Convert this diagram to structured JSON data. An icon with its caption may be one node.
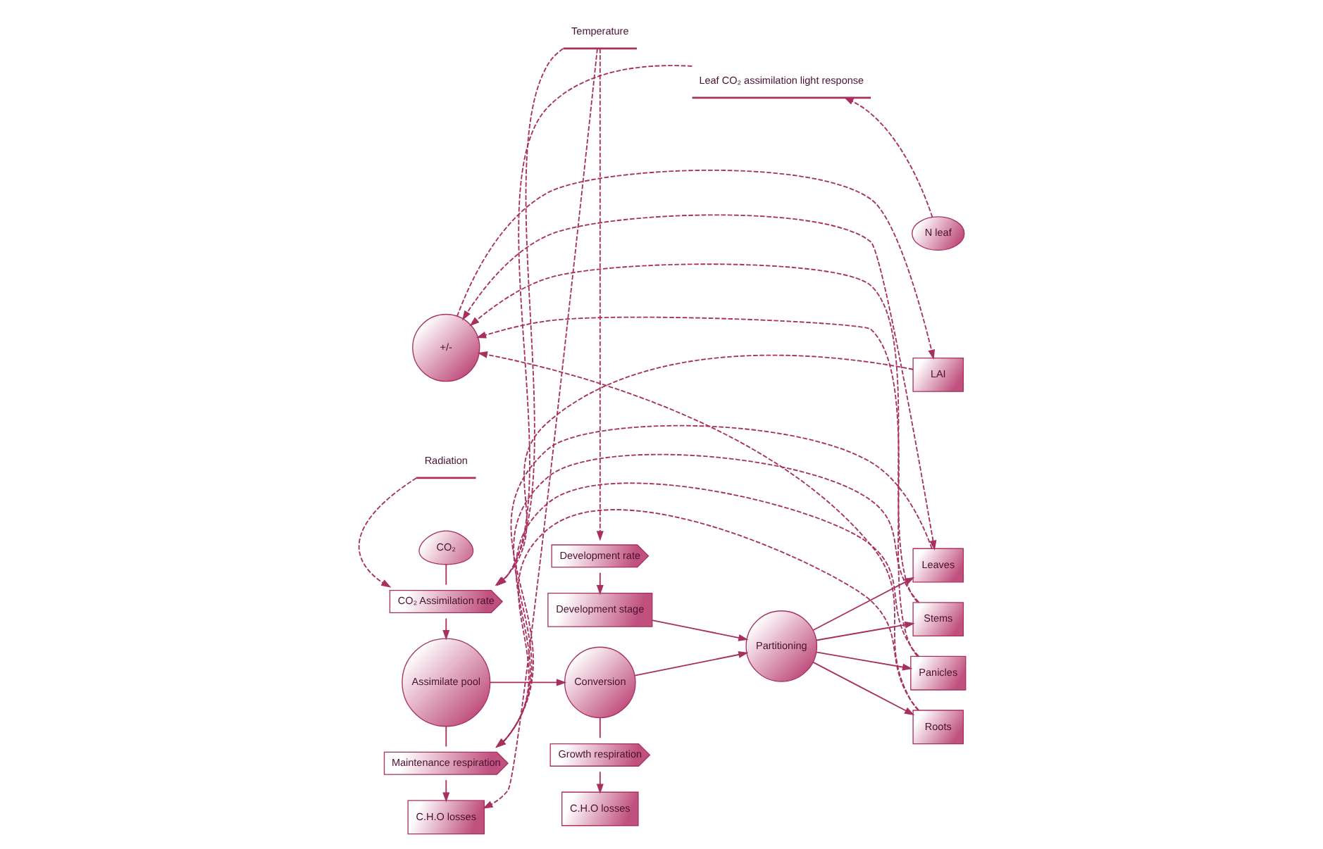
{
  "diagram": {
    "nodes": [
      {
        "text": [
          "Temperature"
        ]
      },
      {
        "text": [
          "Radiation"
        ]
      },
      {
        "text": [
          "Leaf CO₂ assimilation light response"
        ]
      },
      {
        "text": [
          "N leaf"
        ]
      },
      {
        "text": [
          "CO₂"
        ]
      },
      {
        "text": [
          "LAI"
        ]
      },
      {
        "text": [
          "Development rate"
        ]
      },
      {
        "text": [
          "CO₂ Assimilation rate"
        ]
      },
      {
        "text": [
          "+/-"
        ]
      },
      {
        "text": [
          "Development stage"
        ]
      },
      {
        "text": [
          "Leaves"
        ]
      },
      {
        "text": [
          "Assimilate pool"
        ]
      },
      {
        "text": [
          "Conversion"
        ]
      },
      {
        "text": [
          "Partitioning"
        ]
      },
      {
        "text": [
          "Stems"
        ]
      },
      {
        "text": [
          "Maintenance respiration"
        ]
      },
      {
        "text": [
          "Growth respiration"
        ]
      },
      {
        "text": [
          "Panicles"
        ]
      },
      {
        "text": [
          "C.H.O losses"
        ]
      },
      {
        "text": [
          "C.H.O losses"
        ]
      },
      {
        "text": [
          "Roots"
        ]
      }
    ],
    "edges": [
      {
        "from": 0,
        "to": 6,
        "arrow": "to",
        "style": "dashed"
      },
      {
        "from": 0,
        "to": 7,
        "arrow": "to",
        "style": "dashed"
      },
      {
        "from": 0,
        "to": 18,
        "arrow": "to",
        "style": "dashed"
      },
      {
        "from": 1,
        "to": 7,
        "arrow": "to",
        "style": "dashed"
      },
      {
        "from": 2,
        "to": 7,
        "arrow": "to",
        "style": "dashed"
      },
      {
        "from": 5,
        "to": 7,
        "arrow": "to",
        "style": "dashed"
      },
      {
        "from": 3,
        "to": 2,
        "arrow": "to",
        "style": "dashed"
      },
      {
        "from": 8,
        "to": 5,
        "arrow": "to",
        "style": "dashed"
      },
      {
        "from": 6,
        "to": 9,
        "arrow": "to"
      },
      {
        "from": 9,
        "to": 13,
        "arrow": "to"
      },
      {
        "from": 4,
        "to": 7,
        "arrow": "none"
      },
      {
        "from": 7,
        "to": 11,
        "arrow": "to"
      },
      {
        "from": 11,
        "to": 12,
        "arrow": "to"
      },
      {
        "from": 12,
        "to": 13,
        "arrow": "to"
      },
      {
        "from": 13,
        "to": 10,
        "arrow": "to"
      },
      {
        "from": 13,
        "to": 14,
        "arrow": "to"
      },
      {
        "from": 13,
        "to": 17,
        "arrow": "to"
      },
      {
        "from": 13,
        "to": 20,
        "arrow": "to"
      },
      {
        "from": 11,
        "to": 15,
        "arrow": "none"
      },
      {
        "from": 15,
        "to": 18,
        "arrow": "to"
      },
      {
        "from": 12,
        "to": 16,
        "arrow": "none"
      },
      {
        "from": 16,
        "to": 19,
        "arrow": "to"
      },
      {
        "from": 10,
        "to": 8,
        "arrow": "both",
        "style": "dashed"
      },
      {
        "from": 14,
        "to": 8,
        "arrow": "to",
        "style": "dashed"
      },
      {
        "from": 17,
        "to": 8,
        "arrow": "to",
        "style": "dashed"
      },
      {
        "from": 20,
        "to": 8,
        "arrow": "to",
        "style": "dashed"
      },
      {
        "from": 10,
        "to": 15,
        "arrow": "to",
        "style": "dashed"
      },
      {
        "from": 14,
        "to": 15,
        "arrow": "to",
        "style": "dashed"
      },
      {
        "from": 17,
        "to": 15,
        "arrow": "to",
        "style": "dashed"
      },
      {
        "from": 20,
        "to": 15,
        "arrow": "to",
        "style": "dashed"
      }
    ]
  }
}
